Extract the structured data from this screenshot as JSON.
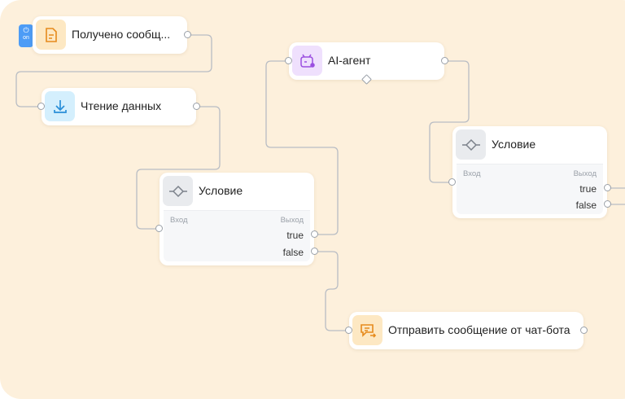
{
  "trigger": {
    "status": "on",
    "title": "Получено сообщ..."
  },
  "read": {
    "title": "Чтение данных"
  },
  "cond1": {
    "title": "Условие",
    "in_label": "Вход",
    "out_label": "Выход",
    "outputs": [
      "true",
      "false"
    ]
  },
  "ai": {
    "title": "AI-агент"
  },
  "cond2": {
    "title": "Условие",
    "in_label": "Вход",
    "out_label": "Выход",
    "outputs": [
      "true",
      "false"
    ]
  },
  "send": {
    "title": "Отправить сообщение от чат-бота"
  },
  "colors": {
    "canvas": "#fdf0dc",
    "edge": "#b9bdc4",
    "accent_blue": "#4d9cf6"
  }
}
